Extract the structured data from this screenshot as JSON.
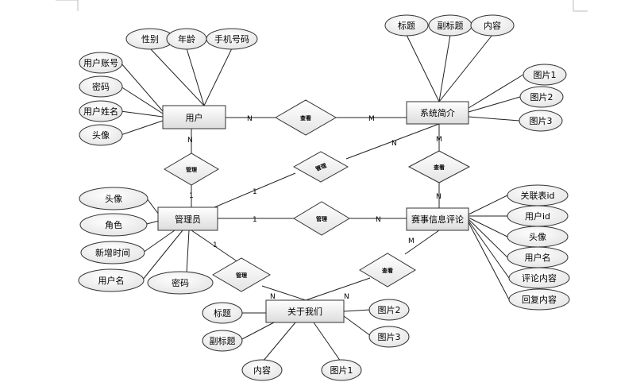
{
  "entities": {
    "user": "用户",
    "system_intro": "系统简介",
    "admin": "管理员",
    "event_comment": "赛事信息评论",
    "about_us": "关于我们"
  },
  "relationships": {
    "user_system": "查看",
    "user_admin": "管理",
    "admin_system": "管理",
    "admin_comment": "管理",
    "system_comment": "查看",
    "admin_about": "管理",
    "comment_about": "查看"
  },
  "attributes": {
    "user": [
      "性别",
      "年龄",
      "手机号码",
      "用户账号",
      "密码",
      "用户姓名",
      "头像"
    ],
    "system_intro": [
      "标题",
      "副标题",
      "内容",
      "图片1",
      "图片2",
      "图片3"
    ],
    "admin": [
      "头像",
      "角色",
      "新增时间",
      "用户名",
      "密码"
    ],
    "event_comment": [
      "关联表id",
      "用户id",
      "头像",
      "用户名",
      "评论内容",
      "回复内容"
    ],
    "about_us": [
      "标题",
      "副标题",
      "内容",
      "图片1",
      "图片2",
      "图片3"
    ]
  },
  "cardinalities": {
    "user_system_left": "N",
    "user_system_right": "M",
    "user_admin_top": "N",
    "user_admin_bottom": "1",
    "admin_system_left": "1",
    "admin_system_right": "N",
    "admin_comment_left": "1",
    "admin_comment_right": "N",
    "system_comment_top": "M",
    "system_comment_bottom": "N",
    "admin_about_top": "1",
    "admin_about_bottom": "N",
    "comment_about_top": "M",
    "comment_about_bottom": "N"
  }
}
